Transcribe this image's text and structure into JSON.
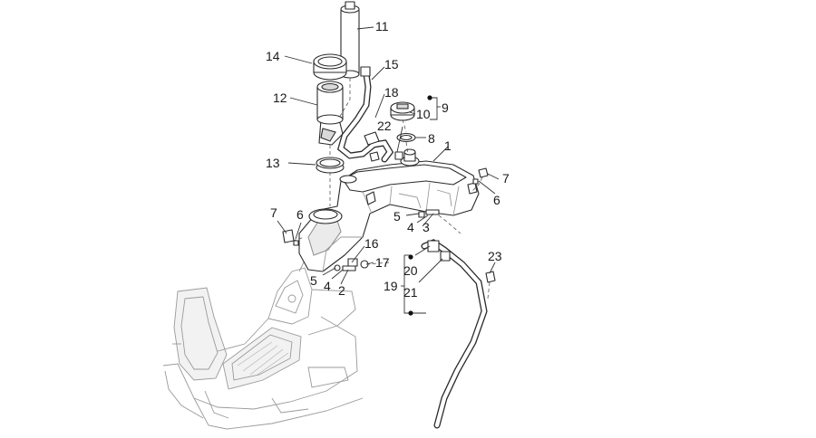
{
  "callouts": [
    {
      "id": "c1",
      "text": "1"
    },
    {
      "id": "c2",
      "text": "2"
    },
    {
      "id": "c3",
      "text": "3"
    },
    {
      "id": "c4a",
      "text": "4"
    },
    {
      "id": "c4b",
      "text": "4"
    },
    {
      "id": "c5a",
      "text": "5"
    },
    {
      "id": "c5b",
      "text": "5"
    },
    {
      "id": "c6a",
      "text": "6"
    },
    {
      "id": "c6b",
      "text": "6"
    },
    {
      "id": "c7a",
      "text": "7"
    },
    {
      "id": "c7b",
      "text": "7"
    },
    {
      "id": "c8",
      "text": "8"
    },
    {
      "id": "c9",
      "text": "9"
    },
    {
      "id": "c10",
      "text": "10"
    },
    {
      "id": "c11",
      "text": "11"
    },
    {
      "id": "c12",
      "text": "12"
    },
    {
      "id": "c13",
      "text": "13"
    },
    {
      "id": "c14",
      "text": "14"
    },
    {
      "id": "c15",
      "text": "15"
    },
    {
      "id": "c16",
      "text": "16"
    },
    {
      "id": "c17",
      "text": "17"
    },
    {
      "id": "c18",
      "text": "18"
    },
    {
      "id": "c19",
      "text": "19"
    },
    {
      "id": "c20",
      "text": "20"
    },
    {
      "id": "c21",
      "text": "21"
    },
    {
      "id": "c22",
      "text": "22"
    },
    {
      "id": "c23",
      "text": "23"
    }
  ],
  "colors": {
    "line": "#2a2a2a",
    "frame": "#9a9a9a",
    "background": "#ffffff"
  }
}
